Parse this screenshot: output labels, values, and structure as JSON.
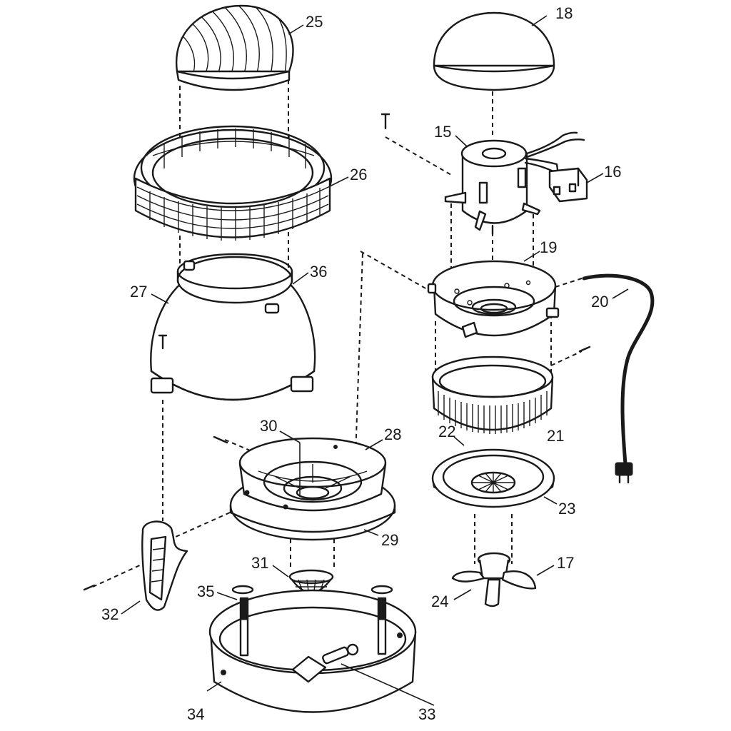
{
  "colors": {
    "ink": "#1a1a1a",
    "paper": "#ffffff"
  },
  "parts": {
    "p15": "15",
    "p16": "16",
    "p17": "17",
    "p18": "18",
    "p19": "19",
    "p20": "20",
    "p21": "21",
    "p22": "22",
    "p23": "23",
    "p24": "24",
    "p25": "25",
    "p26": "26",
    "p27": "27",
    "p28": "28",
    "p29": "29",
    "p30": "30",
    "p31": "31",
    "p32": "32",
    "p33": "33",
    "p34": "34",
    "p35": "35",
    "p36": "36"
  }
}
